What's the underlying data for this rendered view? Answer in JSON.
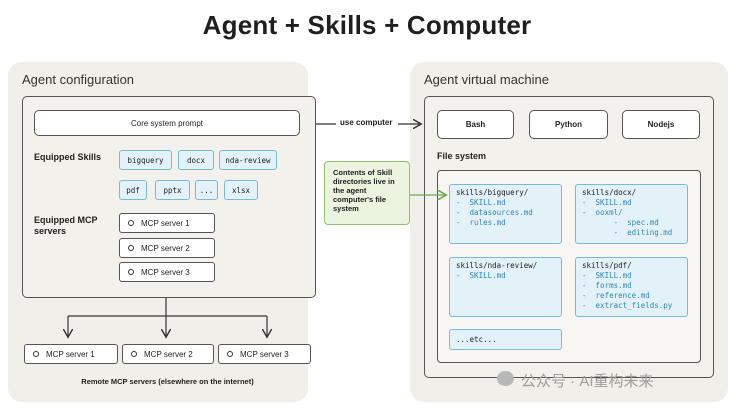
{
  "title": "Agent + Skills + Computer",
  "agent_config": {
    "label": "Agent configuration",
    "core_prompt": "Core system prompt",
    "skills_label": "Equipped Skills",
    "skills_row1": [
      "bigquery",
      "docx",
      "nda-review"
    ],
    "skills_row2": [
      "pdf",
      "pptx",
      "...",
      "xlsx"
    ],
    "mcp_label": "Equipped MCP servers",
    "mcp_servers": [
      "MCP server 1",
      "MCP server 2",
      "MCP server 3"
    ]
  },
  "use_computer": "use computer",
  "note": "Contents of Skill directories live in the agent computer's file system",
  "vm": {
    "label": "Agent virtual machine",
    "tools": [
      "Bash",
      "Python",
      "Nodejs"
    ],
    "fs_label": "File system",
    "skill_dirs": {
      "bigquery": {
        "title": "skills/bigquery/",
        "files": [
          "SKILL.md",
          "datasources.md",
          "rules.md"
        ]
      },
      "docx": {
        "title": "skills/docx/",
        "files": [
          "SKILL.md",
          "ooxml/",
          "spec.md",
          "editing.md"
        ]
      },
      "nda": {
        "title": "skills/nda-review/",
        "files": [
          "SKILL.md"
        ]
      },
      "pdf": {
        "title": "skills/pdf/",
        "files": [
          "SKILL.md",
          "forms.md",
          "reference.md",
          "extract_fields.py"
        ]
      },
      "etc": "...etc..."
    }
  },
  "remote": {
    "servers": [
      "MCP server 1",
      "MCP server 2",
      "MCP server 3"
    ],
    "caption": "Remote MCP servers (elsewhere on the internet)"
  },
  "watermark": "公众号 · AI重构未来",
  "colors": {
    "panel": "#f0efe9",
    "skill_fill": "#e3f1f8",
    "skill_border": "#7bbad6",
    "note_fill": "#eaf4df",
    "note_border": "#8cc46e",
    "file_blue": "#2f86b7"
  }
}
